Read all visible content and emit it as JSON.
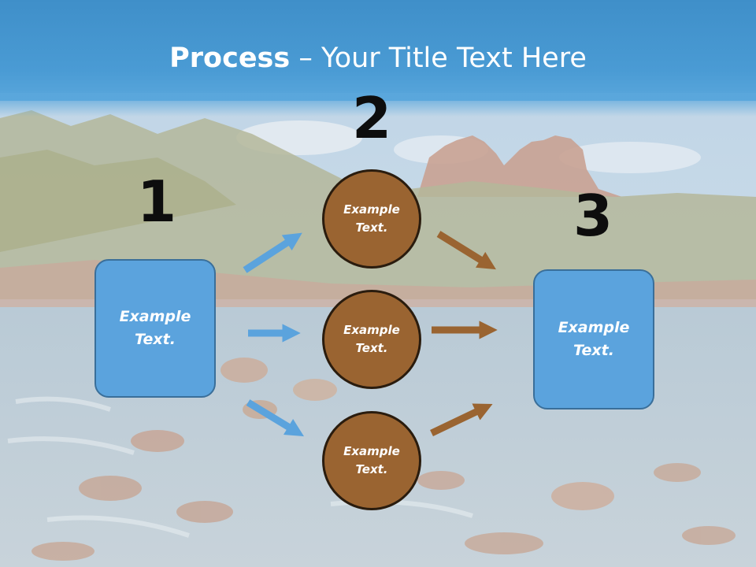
{
  "slide": {
    "title_bold": "Process",
    "title_rest": " – Your Title Text Here"
  },
  "steps": {
    "one": {
      "number": "1",
      "line1": "Example",
      "line2": "Text."
    },
    "two": {
      "number": "2"
    },
    "three": {
      "number": "3",
      "line1": "Example",
      "line2": "Text."
    }
  },
  "circles": [
    {
      "line1": "Example",
      "line2": "Text."
    },
    {
      "line1": "Example",
      "line2": "Text."
    },
    {
      "line1": "Example",
      "line2": "Text."
    }
  ],
  "colors": {
    "title_band": "#4a9bd4",
    "box_fill": "#5ba3dd",
    "circle_fill": "#9a6431",
    "blue_arrow": "#5ba3dd",
    "brown_arrow": "#9a6431"
  }
}
